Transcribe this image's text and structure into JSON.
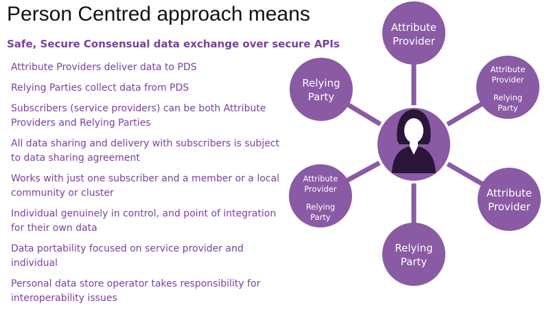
{
  "title": "Person Centred approach means",
  "subtitle": "Safe, Secure Consensual data exchange over secure APIs",
  "bullets": [
    "Attribute Providers deliver data to PDS",
    "Relying Parties collect data from PDS",
    "Subscribers (service providers) can be both Attribute Providers and Relying Parties",
    "All data sharing and delivery with subscribers is subject to data sharing agreement",
    "Works with just one subscriber and a member or a local community or cluster",
    "Individual genuinely in control, and point of integration for their own data",
    "Data portability focused on service provider and individual",
    "Personal data store operator takes responsibility for interoperability issues"
  ],
  "nodes": {
    "top": {
      "line1": "Attribute",
      "line2": "Provider"
    },
    "upper_left": {
      "line1": "Relying",
      "line2": "Party"
    },
    "upper_right": {
      "line1": "Attribute",
      "line2": "Provider",
      "line3": "Relying",
      "line4": "Party"
    },
    "lower_left": {
      "line1": "Attribute",
      "line2": "Provider",
      "line3": "Relying",
      "line4": "Party"
    },
    "lower_right": {
      "line1": "Attribute",
      "line2": "Provider"
    },
    "bottom": {
      "line1": "Relying",
      "line2": "Party"
    }
  },
  "colors": {
    "accent": "#8a5aa4",
    "text_purple": "#7b3f9e"
  },
  "hub_icon": "person-icon"
}
